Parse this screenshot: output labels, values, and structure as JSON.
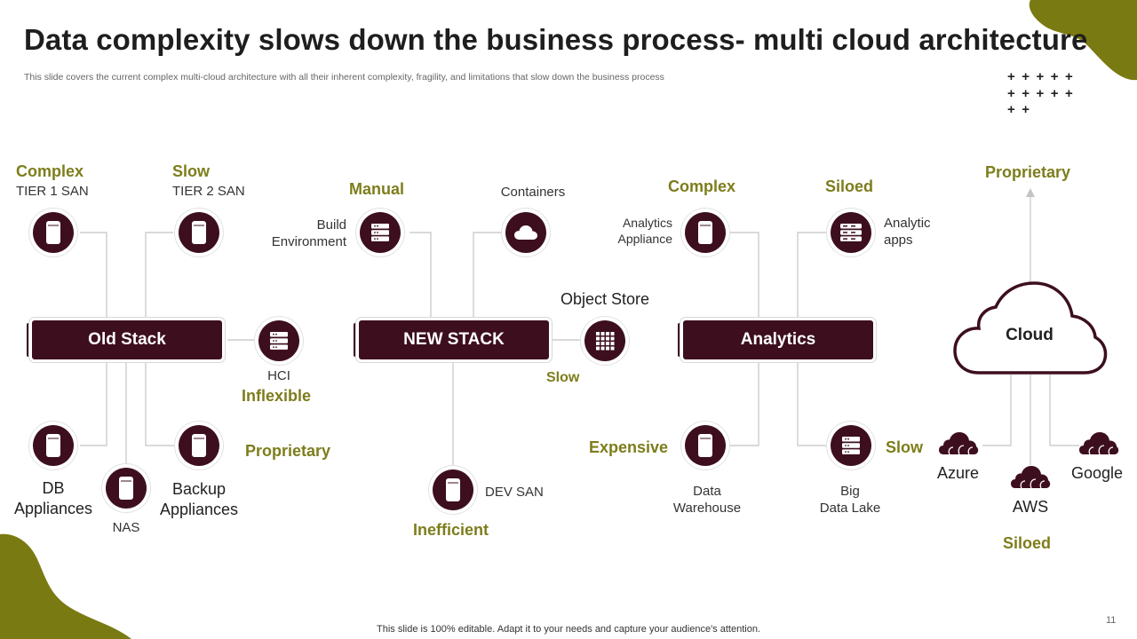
{
  "header": {
    "title": "Data complexity slows down the business process- multi cloud architecture",
    "subtitle": "This slide covers the current complex multi-cloud architecture with all their inherent complexity, fragility, and limitations that slow down the business process"
  },
  "stacks": {
    "old": "Old Stack",
    "new": "NEW STACK",
    "analytics": "Analytics",
    "cloud": "Cloud"
  },
  "old_stack": {
    "tier1": {
      "tag": "Complex",
      "label": "TIER  1 SAN"
    },
    "tier2": {
      "tag": "Slow",
      "label": "TIER  2 SAN"
    },
    "hci": {
      "label": "HCI",
      "tag": "Inflexible"
    },
    "db": {
      "label_line1": "DB",
      "label_line2": "Appliances"
    },
    "nas": {
      "label": "NAS"
    },
    "backup": {
      "label_line1": "Backup",
      "label_line2": "Appliances",
      "tag": "Proprietary"
    }
  },
  "new_stack": {
    "build": {
      "tag": "Manual",
      "label_line1": "Build",
      "label_line2": "Environment"
    },
    "containers": {
      "label": "Containers"
    },
    "object_store": {
      "label": "Object Store",
      "tag": "Slow"
    },
    "devsan": {
      "label": "DEV SAN",
      "tag": "Inefficient"
    }
  },
  "analytics_stack": {
    "appliance": {
      "tag": "Complex",
      "label_line1": "Analytics",
      "label_line2": "Appliance"
    },
    "apps": {
      "tag": "Siloed",
      "label_line1": "Analytic",
      "label_line2": "apps"
    },
    "warehouse": {
      "tag": "Expensive",
      "label_line1": "Data",
      "label_line2": "Warehouse"
    },
    "lake": {
      "tag": "Slow",
      "label_line1": "Big",
      "label_line2": "Data Lake"
    }
  },
  "cloud_section": {
    "top_tag": "Proprietary",
    "azure": "Azure",
    "aws": "AWS",
    "google": "Google",
    "bottom_tag": "Siloed"
  },
  "footer": {
    "text": "This slide is 100% editable. Adapt it to your needs and capture your audience's attention.",
    "page_number": "11"
  },
  "colors": {
    "primary": "#3d0f1e",
    "accent_olive": "#7d7d1c",
    "corner_olive": "#7a7a12"
  },
  "icons": {
    "server": "server-icon",
    "rack": "server-rack-icon",
    "cloud": "cloud-icon",
    "grid": "grid-icon"
  }
}
